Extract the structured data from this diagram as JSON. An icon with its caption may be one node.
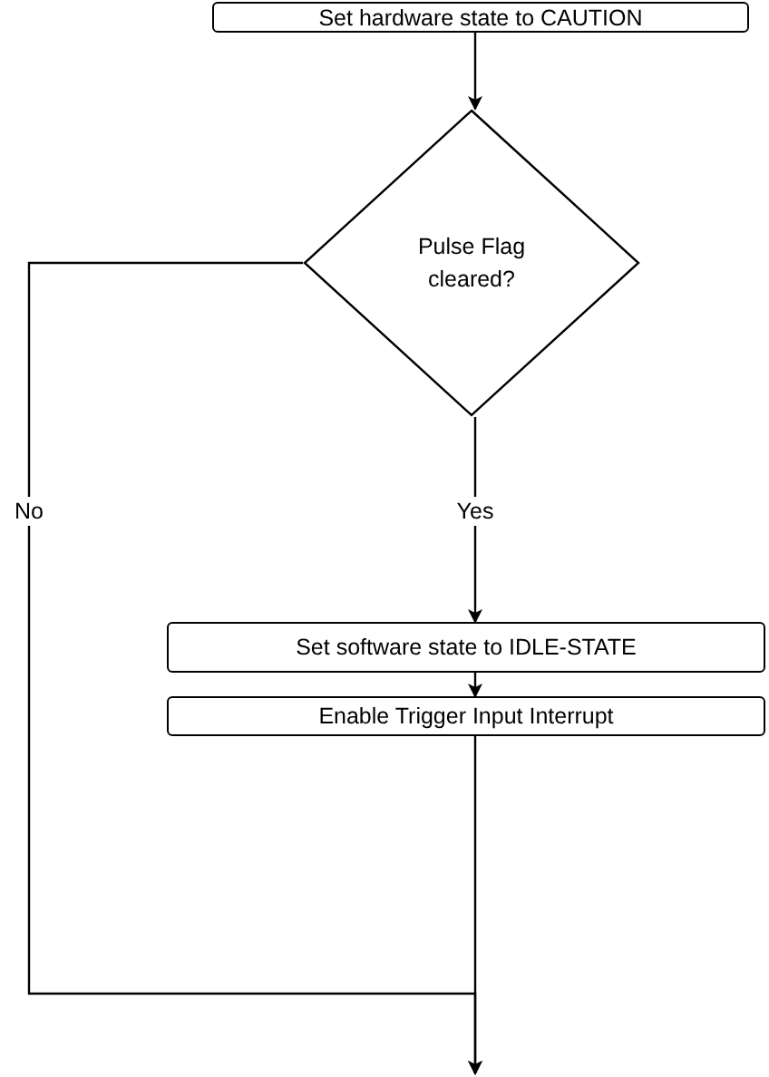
{
  "diagram": {
    "nodes": [
      {
        "text": [
          "Set hardware state to CAUTION"
        ]
      },
      {
        "text": [
          "Pulse Flag cleared?"
        ]
      },
      {
        "text": [
          "Set software state to IDLE-STATE"
        ]
      },
      {
        "text": [
          "Enable Trigger Input Interrupt"
        ]
      }
    ],
    "edges": [
      {
        "from": 0,
        "to": 1,
        "arrow": "to"
      },
      {
        "from": 1,
        "to": 2,
        "arrow": "to",
        "label": "Yes"
      },
      {
        "from": 2,
        "to": 3,
        "arrow": "to"
      },
      {
        "from": 3,
        "to": null,
        "arrow": "to"
      },
      {
        "from": 1,
        "to": null,
        "arrow": "to",
        "label": "No"
      }
    ]
  }
}
